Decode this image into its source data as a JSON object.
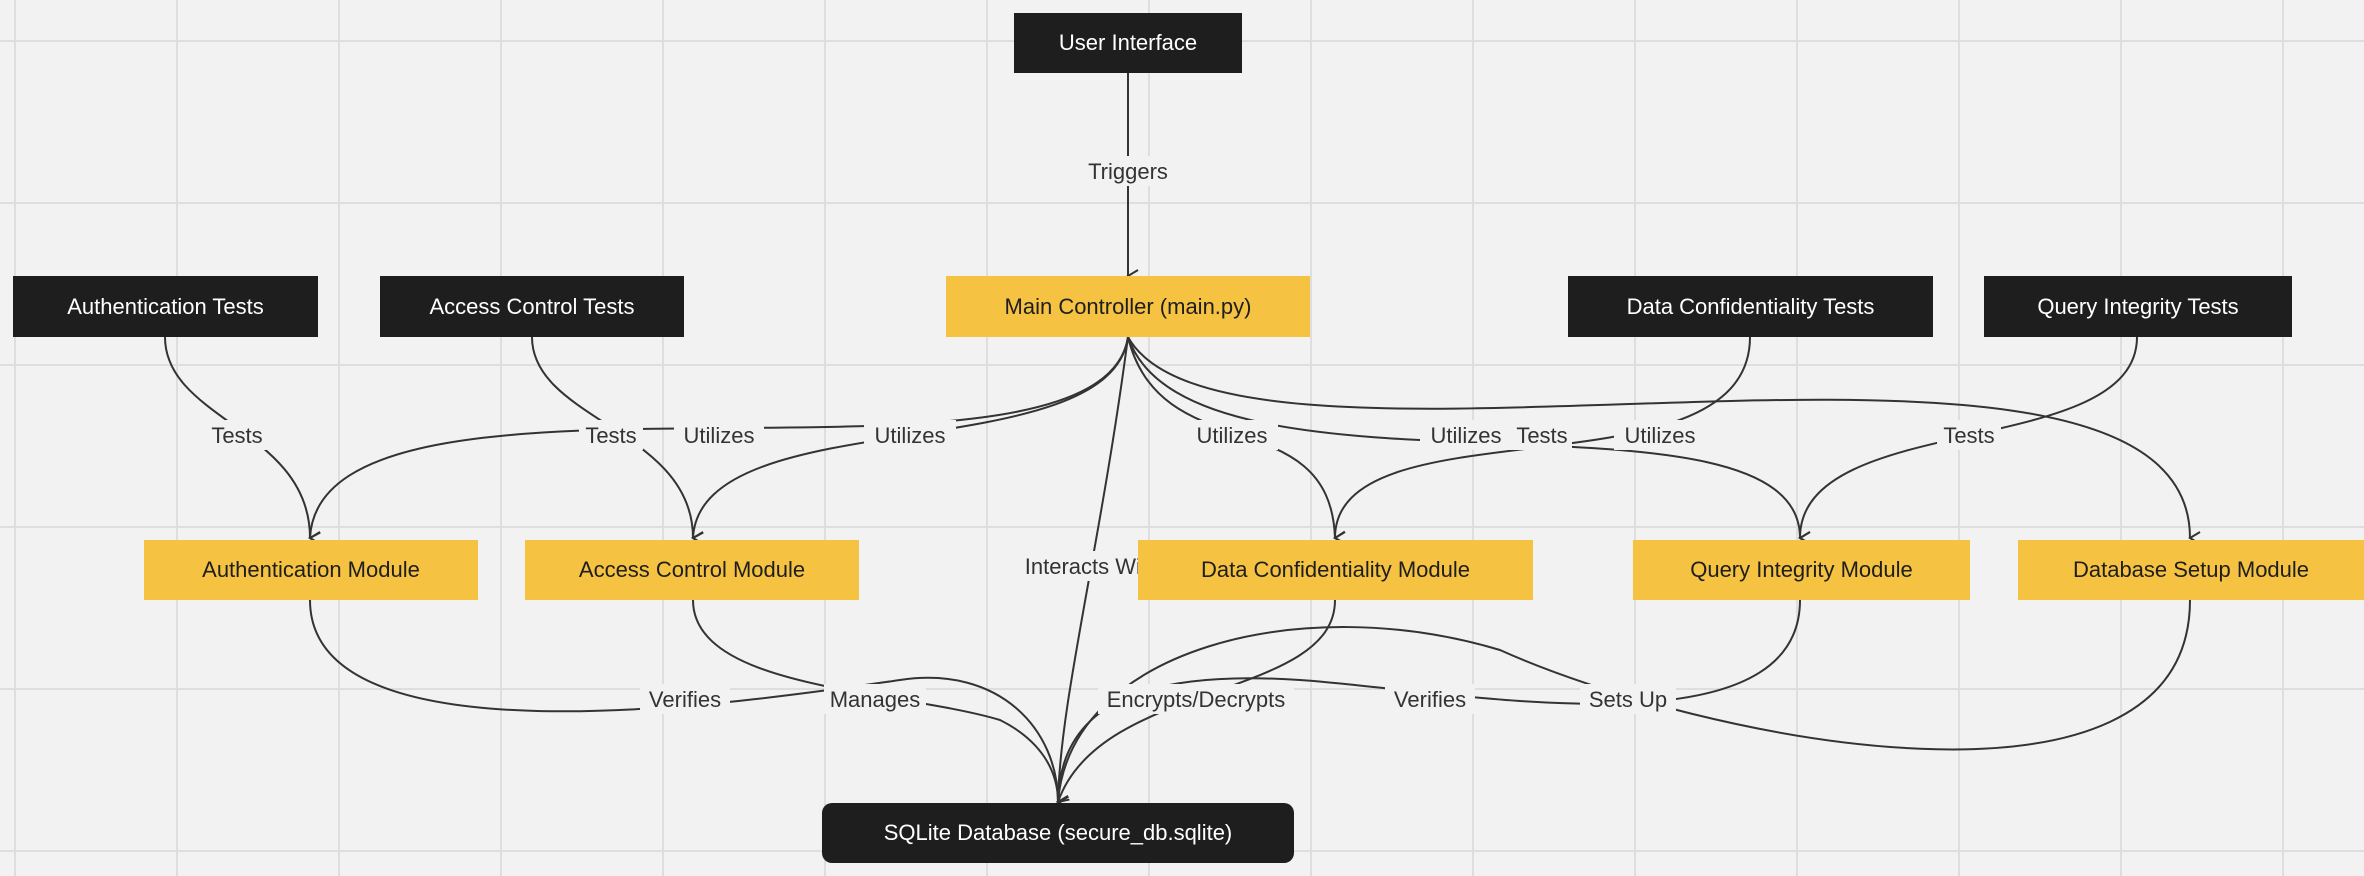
{
  "nodes": {
    "user_interface": "User Interface",
    "main_controller": "Main Controller (main.py)",
    "authentication_tests": "Authentication Tests",
    "access_control_tests": "Access Control Tests",
    "data_confidentiality_tests": "Data Confidentiality Tests",
    "query_integrity_tests": "Query Integrity Tests",
    "authentication_module": "Authentication Module",
    "access_control_module": "Access Control Module",
    "data_confidentiality_module": "Data Confidentiality Module",
    "query_integrity_module": "Query Integrity Module",
    "database_setup_module": "Database Setup Module",
    "sqlite_database": "SQLite Database (secure_db.sqlite)"
  },
  "edge_labels": {
    "triggers": "Triggers",
    "tests_auth": "Tests",
    "tests_access": "Tests",
    "tests_confidentiality": "Tests",
    "tests_query": "Tests",
    "utilizes_auth": "Utilizes",
    "utilizes_access": "Utilizes",
    "utilizes_confidentiality": "Utilizes",
    "utilizes_query": "Utilizes",
    "utilizes_setup": "Utilizes",
    "interacts_with": "Interacts With",
    "verifies_auth": "Verifies",
    "manages": "Manages",
    "encrypts_decrypts": "Encrypts/Decrypts",
    "verifies_query": "Verifies",
    "sets_up": "Sets Up"
  },
  "colors": {
    "dark_node": "#1e1e1e",
    "module_node": "#f5c242",
    "edge": "#333333"
  }
}
